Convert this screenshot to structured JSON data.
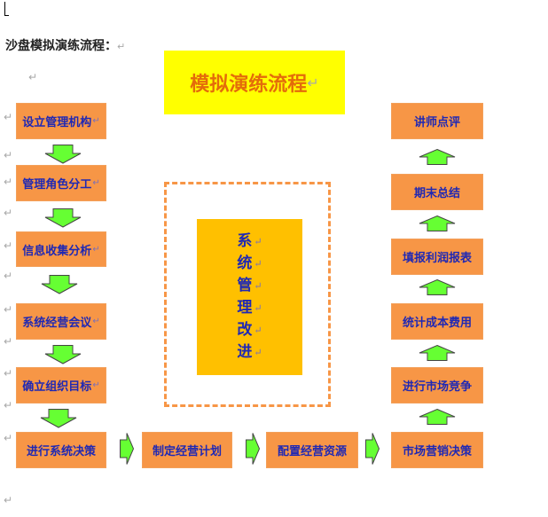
{
  "heading": "沙盘模拟演练流程：",
  "paragraph_mark": "↵",
  "title": "模拟演练流程",
  "left_column": [
    "设立管理机构",
    "管理角色分工",
    "信息收集分析",
    "系统经营会议",
    "确立组织目标",
    "进行系统决策"
  ],
  "bottom_row": [
    "制定经营计划",
    "配置经营资源",
    "市场营销决策"
  ],
  "right_column": [
    "进行市场竞争",
    "统计成本费用",
    "填报利润报表",
    "期末总结",
    "讲师点评"
  ],
  "center_chars": [
    "系",
    "统",
    "管",
    "理",
    "改",
    "进"
  ],
  "colors": {
    "step_box": "#f79646",
    "step_text": "#1f28b4",
    "title_bg": "#ffff00",
    "title_text": "#e46c0a",
    "center_bg": "#ffc000",
    "arrow_fill": "#66ff33",
    "dash_border": "#f79646"
  }
}
